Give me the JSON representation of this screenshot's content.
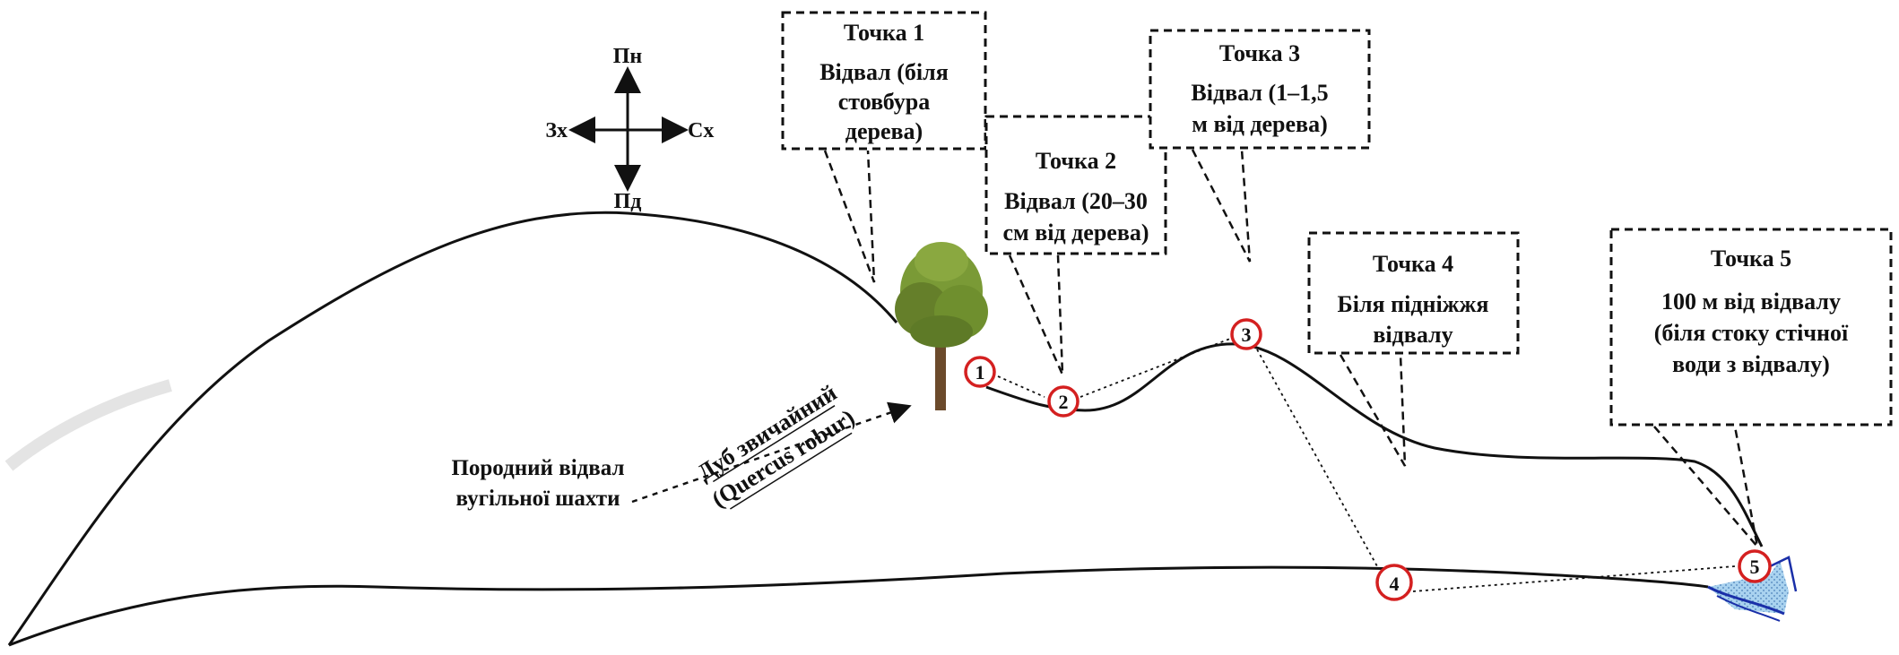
{
  "compass": {
    "north": "Пн",
    "south": "Пд",
    "west": "Зх",
    "east": "Сх"
  },
  "heap_label": {
    "line1": "Породний відвал",
    "line2": "вугільної шахти"
  },
  "oak_label": {
    "line1": "Дуб звичайний",
    "line2": "(Quercus robur)"
  },
  "callouts": [
    {
      "title": "Точка 1",
      "lines": [
        "Відвал (біля",
        "стовбура",
        "дерева)"
      ]
    },
    {
      "title": "Точка 2",
      "lines": [
        "Відвал (20–30",
        "см від дерева)"
      ]
    },
    {
      "title": "Точка 3",
      "lines": [
        "Відвал (1–1,5",
        "м від дерева)"
      ]
    },
    {
      "title": "Точка 4",
      "lines": [
        "Біля підніжжя",
        "відвалу"
      ]
    },
    {
      "title": "Точка 5",
      "lines": [
        "100 м від відвалу",
        "(біля стоку стічної",
        "води з відвалу)"
      ]
    }
  ],
  "points": [
    "1",
    "2",
    "3",
    "4",
    "5"
  ],
  "colors": {
    "point_circle": "#d42020",
    "water": "#9cc8ea",
    "water_edge": "#1a2fa8",
    "tree_foliage": "#6f8f2e",
    "tree_trunk": "#6b4a2b"
  }
}
